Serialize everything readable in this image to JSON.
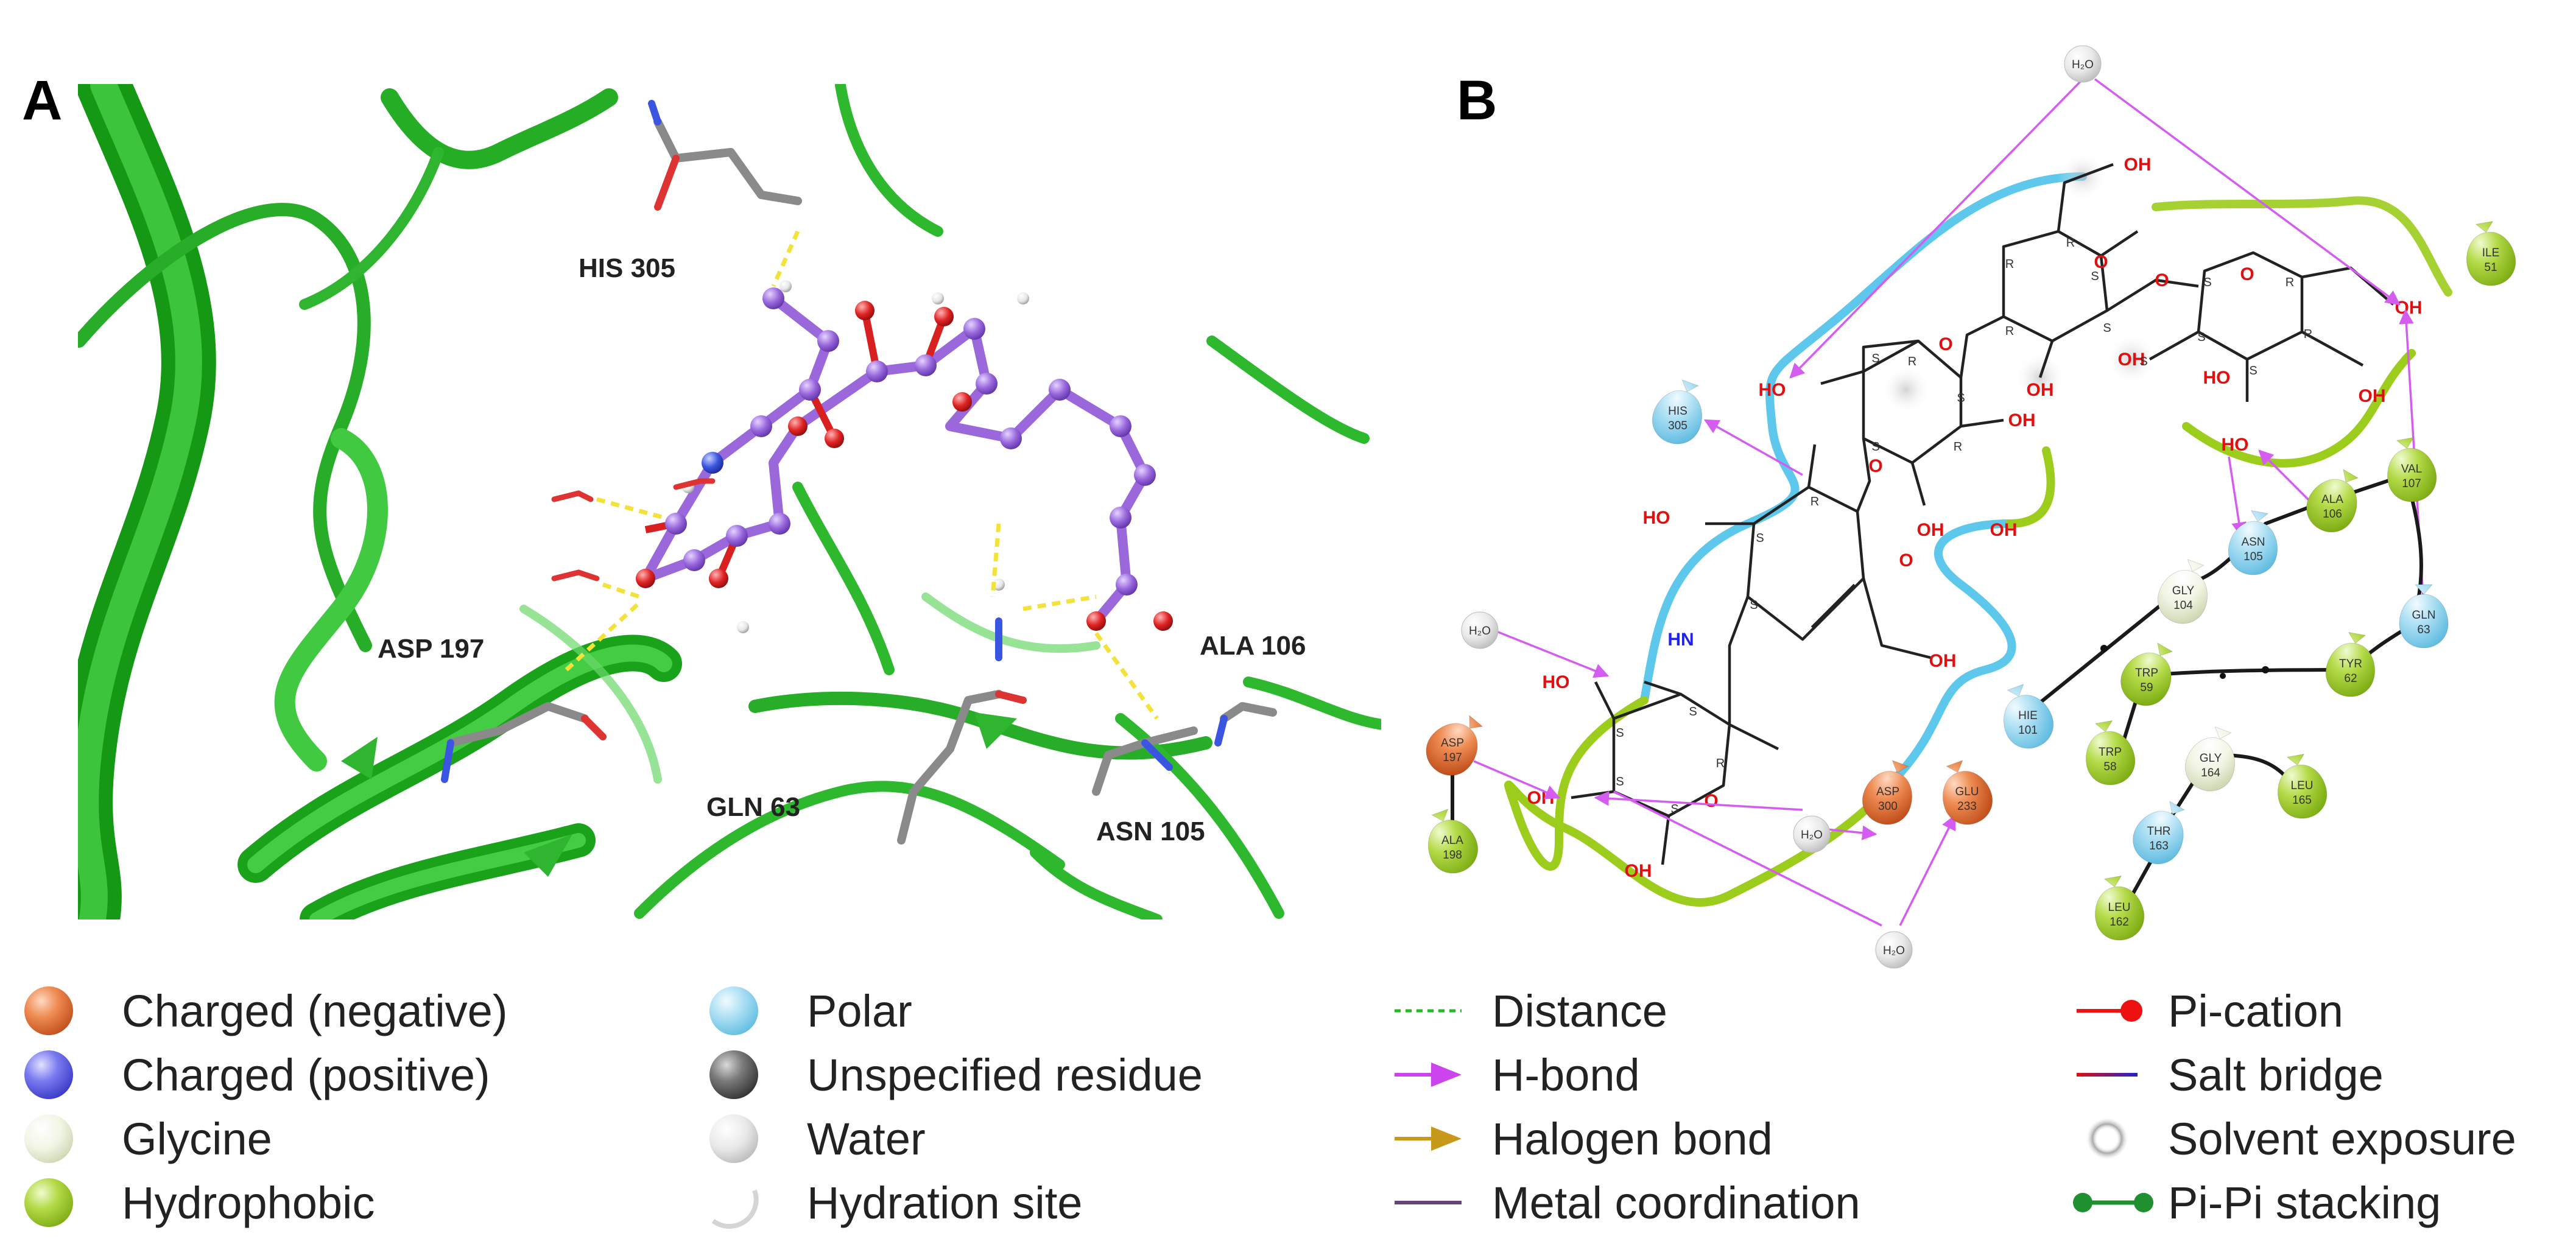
{
  "panels": {
    "a_label": "A",
    "b_label": "B"
  },
  "panel_a": {
    "residues": [
      {
        "id": "his305",
        "label": "HIS  305"
      },
      {
        "id": "asp197",
        "label": "ASP  197"
      },
      {
        "id": "gln63",
        "label": "GLN  63"
      },
      {
        "id": "asn105",
        "label": "ASN  105"
      },
      {
        "id": "ala106",
        "label": "ALA  106"
      }
    ]
  },
  "panel_b": {
    "residues": [
      {
        "id": "his305",
        "name": "HIS",
        "num": "305",
        "type": "polar"
      },
      {
        "id": "asp197",
        "name": "ASP",
        "num": "197",
        "type": "negative"
      },
      {
        "id": "ala198",
        "name": "ALA",
        "num": "198",
        "type": "hydrophobic"
      },
      {
        "id": "asp300",
        "name": "ASP",
        "num": "300",
        "type": "negative"
      },
      {
        "id": "glu233",
        "name": "GLU",
        "num": "233",
        "type": "negative"
      },
      {
        "id": "asn105",
        "name": "ASN",
        "num": "105",
        "type": "polar"
      },
      {
        "id": "ala106",
        "name": "ALA",
        "num": "106",
        "type": "hydrophobic"
      },
      {
        "id": "val107",
        "name": "VAL",
        "num": "107",
        "type": "hydrophobic"
      },
      {
        "id": "gly104",
        "name": "GLY",
        "num": "104",
        "type": "glycine"
      },
      {
        "id": "gln63",
        "name": "GLN",
        "num": "63",
        "type": "polar"
      },
      {
        "id": "tyr62",
        "name": "TYR",
        "num": "62",
        "type": "hydrophobic"
      },
      {
        "id": "trp59",
        "name": "TRP",
        "num": "59",
        "type": "hydrophobic"
      },
      {
        "id": "hie101",
        "name": "HIE",
        "num": "101",
        "type": "polar"
      },
      {
        "id": "trp58",
        "name": "TRP",
        "num": "58",
        "type": "hydrophobic"
      },
      {
        "id": "gly164",
        "name": "GLY",
        "num": "164",
        "type": "glycine"
      },
      {
        "id": "leu165",
        "name": "LEU",
        "num": "165",
        "type": "hydrophobic"
      },
      {
        "id": "thr163",
        "name": "THR",
        "num": "163",
        "type": "polar"
      },
      {
        "id": "leu162",
        "name": "LEU",
        "num": "162",
        "type": "hydrophobic"
      },
      {
        "id": "ile51",
        "name": "ILE",
        "num": "51",
        "type": "hydrophobic"
      }
    ],
    "water_label": "H₂O",
    "ligand_labels": {
      "oh": "OH",
      "ho": "HO",
      "hn": "HN",
      "o": "O",
      "r": "R",
      "s": "S"
    }
  },
  "legend": {
    "items": [
      {
        "id": "charged-negative",
        "label": "Charged (negative)",
        "swatch": "sphere",
        "color": "#e8733a"
      },
      {
        "id": "charged-positive",
        "label": "Charged (positive)",
        "swatch": "sphere",
        "color": "#6a6ae8"
      },
      {
        "id": "glycine",
        "label": "Glycine",
        "swatch": "sphere",
        "color": "#eef3df"
      },
      {
        "id": "hydrophobic",
        "label": "Hydrophobic",
        "swatch": "sphere",
        "color": "#a8d030"
      },
      {
        "id": "polar",
        "label": "Polar",
        "swatch": "sphere",
        "color": "#a6dcf2"
      },
      {
        "id": "unspecified-residue",
        "label": "Unspecified residue",
        "swatch": "sphere",
        "color": "#777777"
      },
      {
        "id": "water",
        "label": "Water",
        "swatch": "sphere",
        "color": "#e4e4e4"
      },
      {
        "id": "hydration-site",
        "label": "Hydration site",
        "swatch": "hydration",
        "color": "#bbbbbb"
      },
      {
        "id": "distance",
        "label": "Distance",
        "swatch": "dashed-line",
        "color": "#22bb22"
      },
      {
        "id": "h-bond",
        "label": "H-bond",
        "swatch": "arrow",
        "color": "#cc44ee"
      },
      {
        "id": "halogen-bond",
        "label": "Halogen bond",
        "swatch": "arrow",
        "color": "#c8981a"
      },
      {
        "id": "metal-coordination",
        "label": "Metal coordination",
        "swatch": "line",
        "color": "#664477"
      },
      {
        "id": "pi-cation",
        "label": "Pi-cation",
        "swatch": "line-dot",
        "color": "#ee1111"
      },
      {
        "id": "salt-bridge",
        "label": "Salt bridge",
        "swatch": "line-gradient",
        "color": "#cc1122"
      },
      {
        "id": "solvent-exposure",
        "label": "Solvent exposure",
        "swatch": "halo",
        "color": "#999999"
      },
      {
        "id": "pi-pi-stacking",
        "label": "Pi-Pi stacking",
        "swatch": "line-dots",
        "color": "#1f8f2f"
      }
    ]
  },
  "colors": {
    "protein_ribbon": "#2eb82e",
    "ligand": "#9460d8",
    "polar_pocket": "#5ec8ec",
    "hydrophobic_pocket": "#9ccc1c",
    "hbond": "#d45cf0"
  }
}
